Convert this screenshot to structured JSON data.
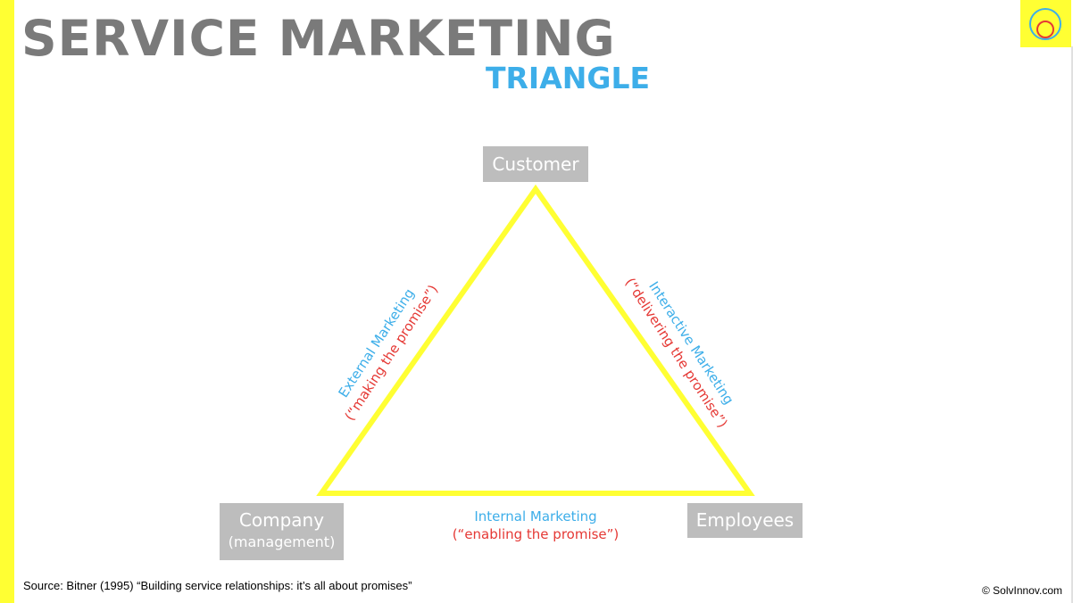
{
  "header": {
    "title": "SERVICE MARKETING",
    "subtitle": "TRIANGLE"
  },
  "diagram": {
    "nodes": {
      "customer": "Customer",
      "company": "Company",
      "company_sub": "(management)",
      "employees": "Employees"
    },
    "edges": {
      "external": {
        "name": "External Marketing",
        "tagline": "(“making the promise”)"
      },
      "interactive": {
        "name": "Interactive Marketing",
        "tagline": "(“delivering the promise”)"
      },
      "internal": {
        "name": "Internal Marketing",
        "tagline": "(“enabling the promise”)"
      }
    }
  },
  "footer": {
    "source": "Source: Bitner (1995) “Building service relationships: it’s all about promises”",
    "copyright": "© SolvInnov.com"
  },
  "colors": {
    "accent_yellow": "#ffff33",
    "title_gray": "#7a7a7a",
    "accent_blue": "#3daee9",
    "accent_red": "#e53935",
    "box_gray": "#bdbdbd"
  }
}
